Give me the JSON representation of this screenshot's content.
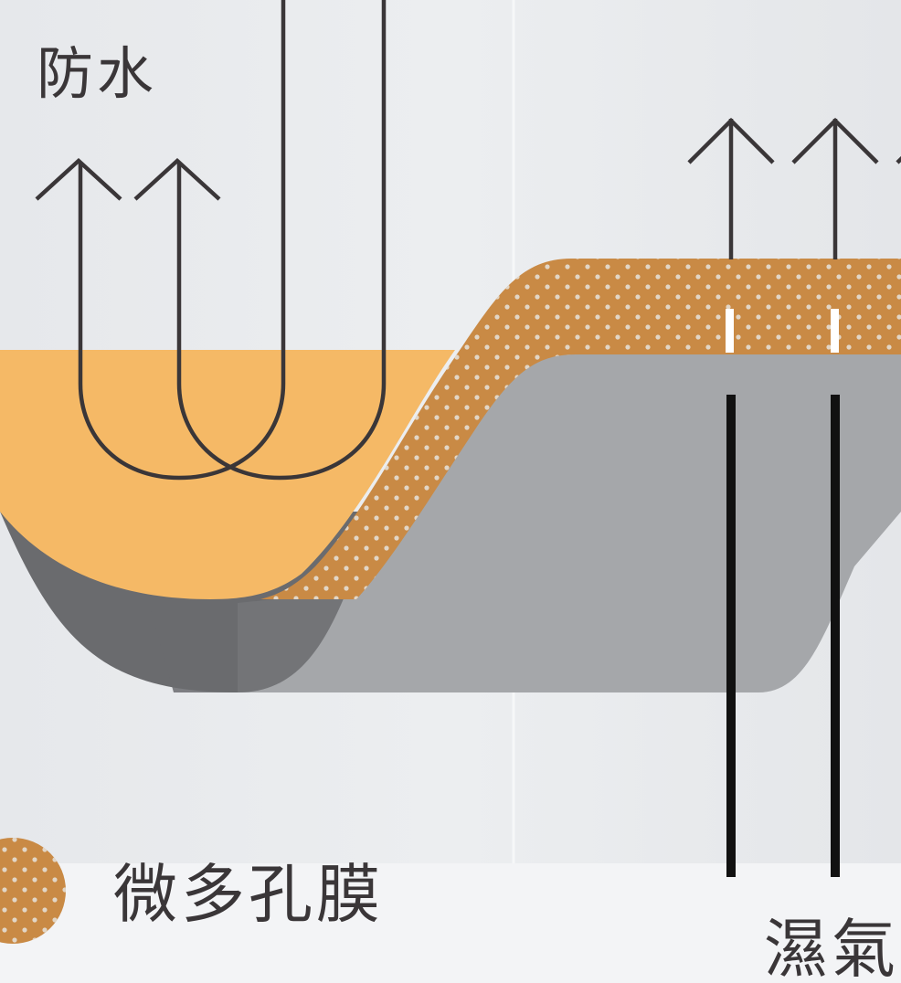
{
  "labels": {
    "waterproof": "防水",
    "membrane": "微多孔膜",
    "moisture": "濕氣"
  },
  "colors": {
    "background": "#e9ebee",
    "water": "#f5b966",
    "membrane": "#c98a45",
    "dots": "#e2d6c6",
    "fabric_light": "#a5a7aa",
    "fabric_dark": "#6a6b6e",
    "arrow": "#3a3638",
    "vapor_line": "#111111"
  },
  "icons": {
    "membrane_legend": "dotted-circle-icon",
    "water_arrow": "u-turn-arrow-icon",
    "vapor_arrow": "up-arrow-icon"
  }
}
